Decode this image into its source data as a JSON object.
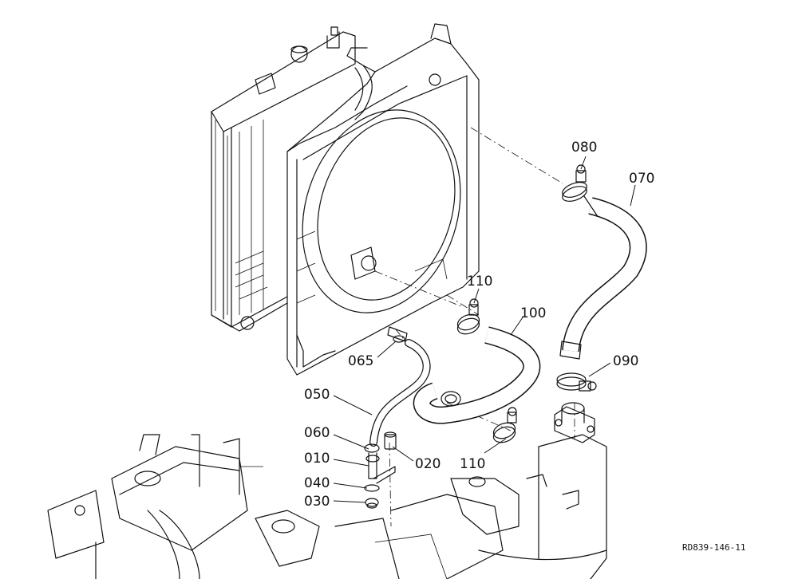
{
  "diagram": {
    "labels": {
      "p080": "080",
      "p070": "070",
      "p110a": "110",
      "p100": "100",
      "p090": "090",
      "p065": "065",
      "p050": "050",
      "p060": "060",
      "p020": "020",
      "p110b": "110",
      "p010": "010",
      "p040": "040",
      "p030": "030"
    },
    "reference_code": "RD839-146-11"
  }
}
